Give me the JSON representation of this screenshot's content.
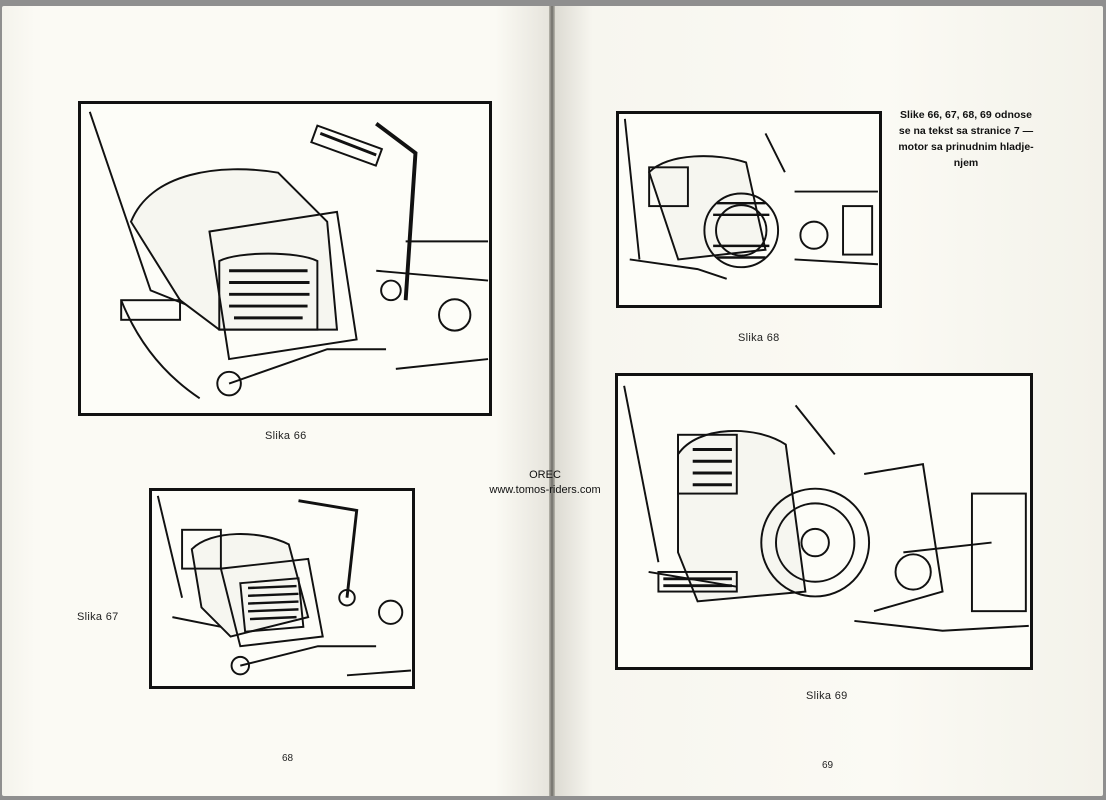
{
  "left_page": {
    "figures": [
      {
        "caption": "Slika 66"
      },
      {
        "caption": "Slika 67"
      }
    ],
    "page_number": "68"
  },
  "right_page": {
    "note": "Slike 66, 67, 68, 69 odnose se na tekst sa stranice 7 — motor sa prinudnim hladje-njem",
    "figures": [
      {
        "caption": "Slika 68"
      },
      {
        "caption": "Slika 69"
      }
    ],
    "page_number": "69"
  },
  "watermark": {
    "line1": "OREC",
    "line2": "www.tomos-riders.com"
  }
}
